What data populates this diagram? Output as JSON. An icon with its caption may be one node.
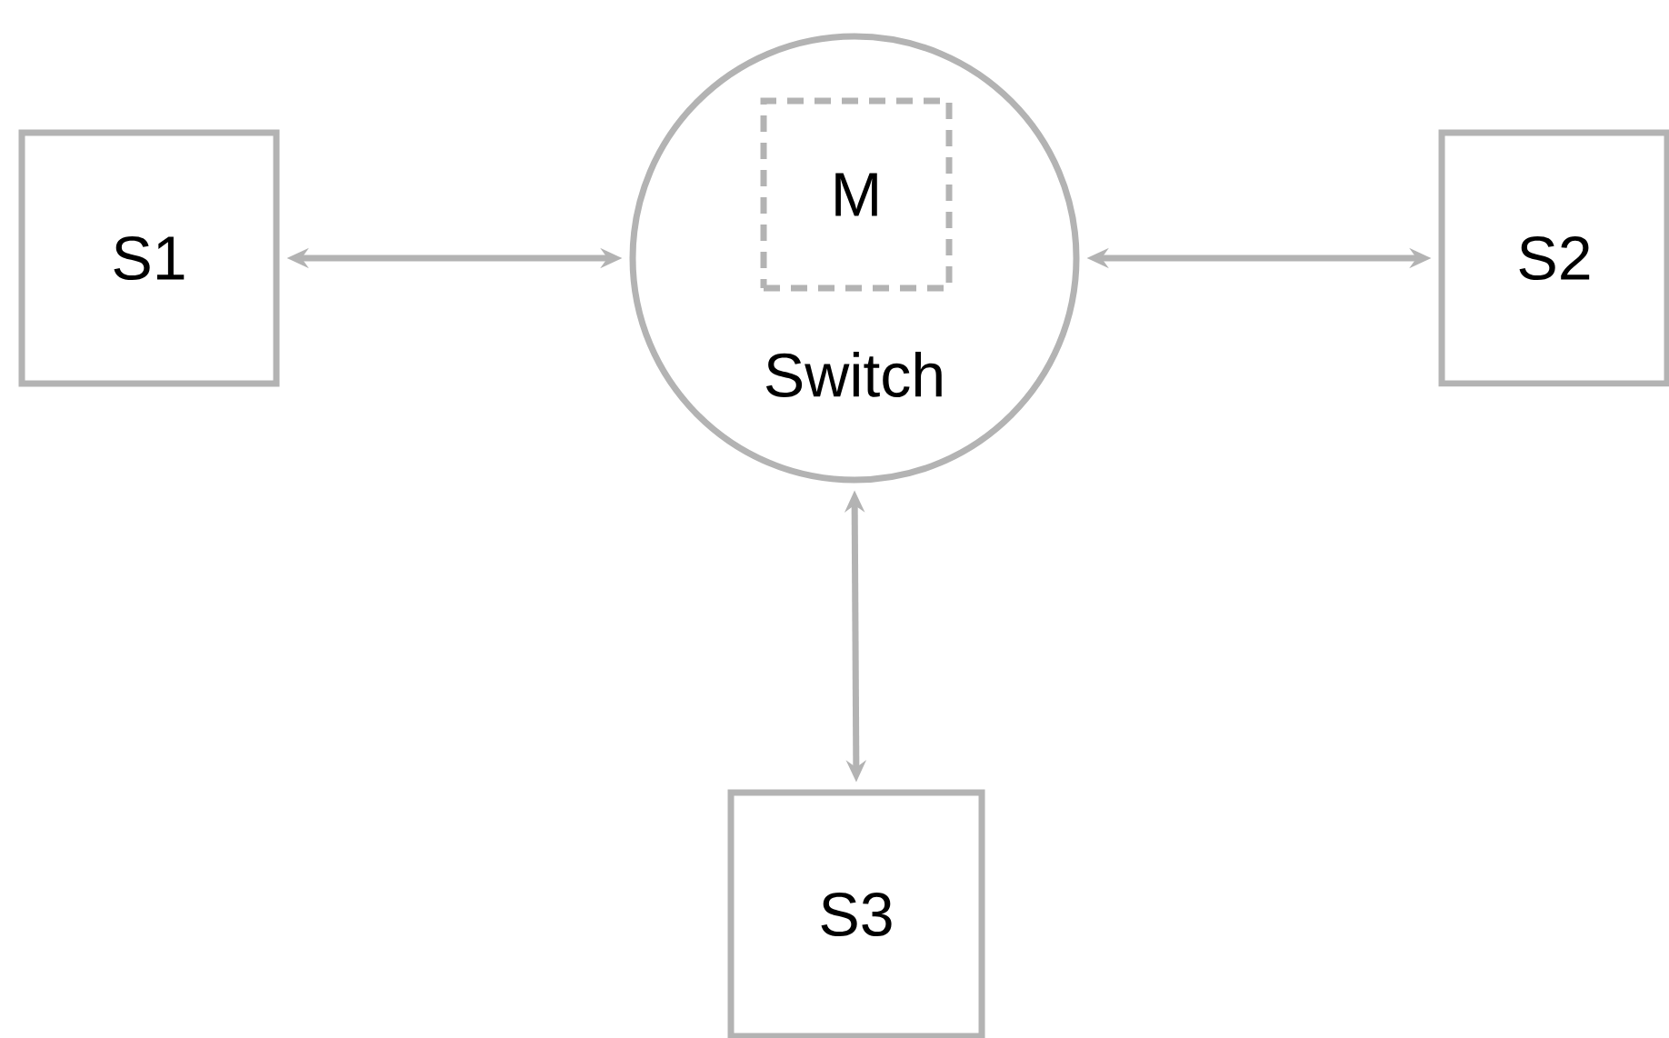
{
  "diagram": {
    "nodes": [
      {
        "text": [
          "S1"
        ]
      },
      {
        "text": [
          "Switch"
        ]
      },
      {
        "text": [
          "M"
        ],
        "in": 1
      },
      {
        "text": [
          "S2"
        ]
      },
      {
        "text": [
          "S3"
        ]
      }
    ],
    "edges": [
      {
        "from": 0,
        "to": 1,
        "arrow": "both"
      },
      {
        "from": 1,
        "to": 3,
        "arrow": "both"
      },
      {
        "from": 1,
        "to": 4,
        "arrow": "both"
      }
    ]
  }
}
